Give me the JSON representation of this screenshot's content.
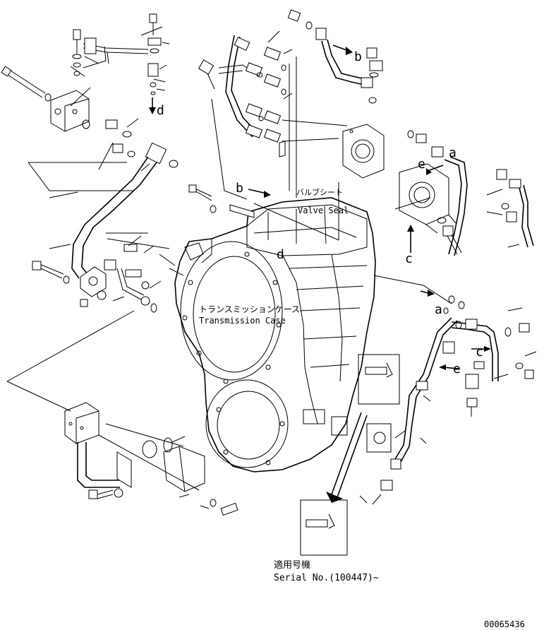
{
  "labels": {
    "valve_seal_jp": "バルブシート",
    "valve_seal_en": "Valve Seal",
    "transmission_jp": "トランスミッションケース",
    "transmission_en": "Transmission Case",
    "serial_jp": "適用号機",
    "serial_en": "Serial No.(100447)~",
    "drawing_no": "00065436"
  },
  "refs": {
    "a1": "a",
    "a2": "a",
    "b1": "b",
    "b2": "b",
    "c1": "c",
    "c2": "c",
    "d1": "d",
    "d2": "d",
    "e1": "e",
    "e2": "e"
  }
}
